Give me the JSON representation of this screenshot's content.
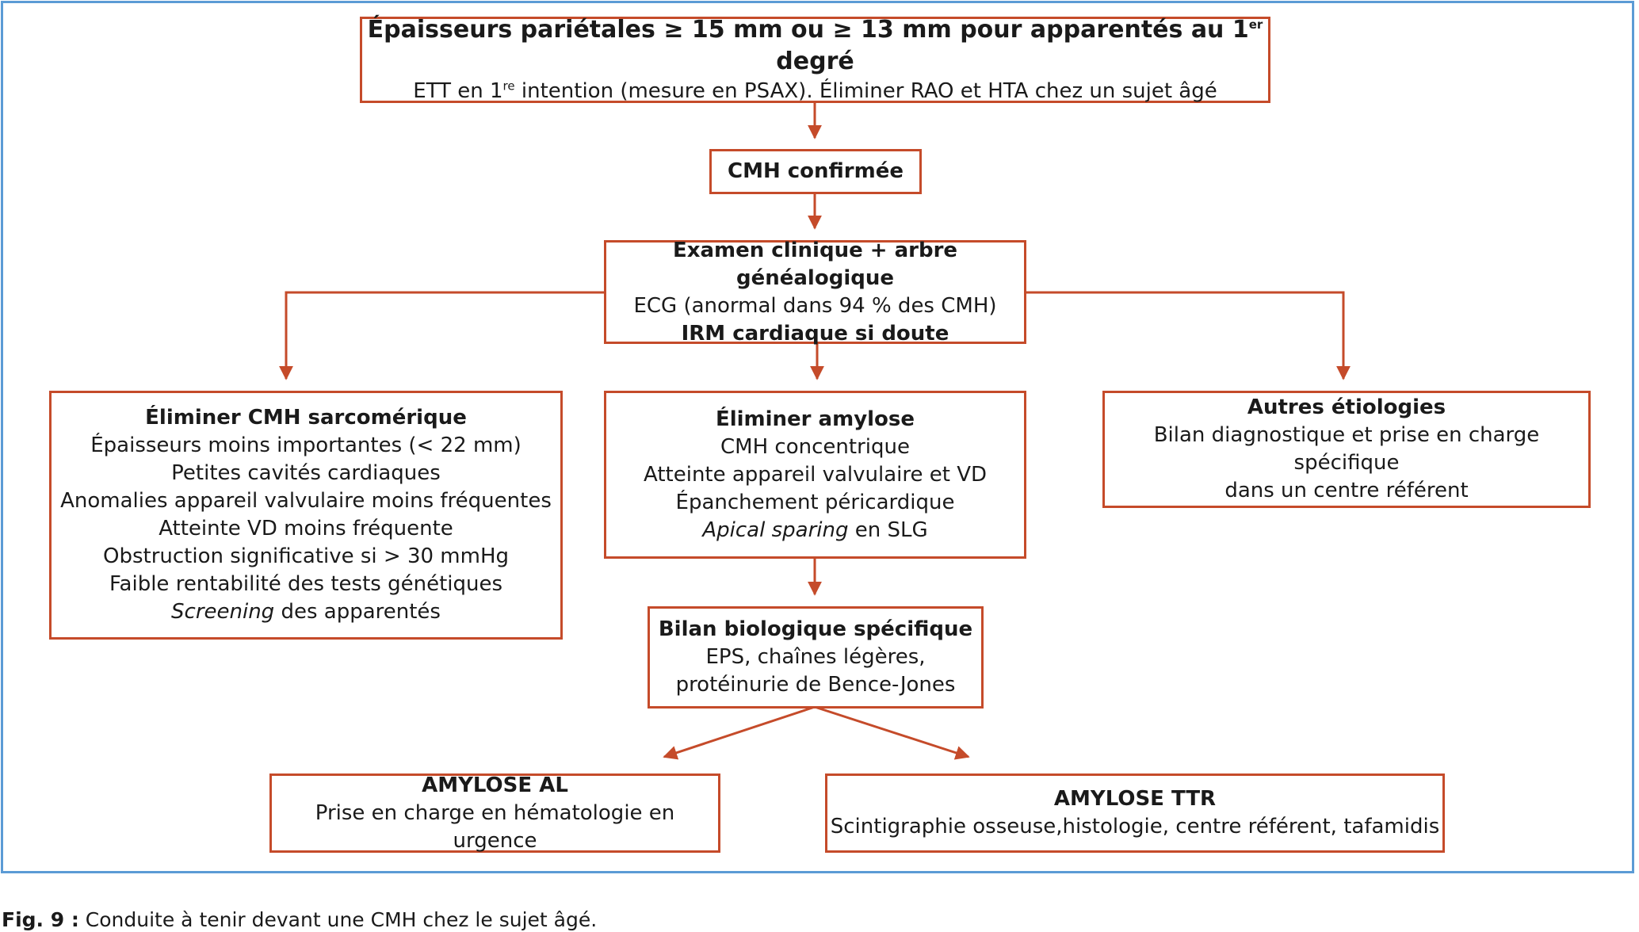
{
  "boxes": {
    "top": {
      "title_main": "Épaisseurs pariétales ≥ 15 mm ou ≥ 13 mm pour apparentés au 1",
      "title_sup": "er",
      "title_end": " degré",
      "line_start": "ETT en 1",
      "line_sup": "re",
      "line_end": " intention (mesure en PSAX). Éliminer RAO et HTA chez un sujet âgé"
    },
    "confirmed": {
      "title": "CMH confirmée"
    },
    "exam": {
      "title": "Examen clinique + arbre généalogique",
      "line1": "ECG (anormal dans 94 % des CMH)",
      "line2": "IRM cardiaque si doute"
    },
    "sarcomeric": {
      "title": "Éliminer CMH sarcomérique",
      "lines": [
        "Épaisseurs moins importantes (< 22 mm)",
        "Petites cavités cardiaques",
        "Anomalies appareil valvulaire moins fréquentes",
        "Atteinte VD moins fréquente",
        "Obstruction significative si > 30 mmHg",
        "Faible rentabilité des tests génétiques"
      ],
      "last_italic": "Screening",
      "last_rest": " des apparentés"
    },
    "amylose": {
      "title": "Éliminer amylose",
      "lines": [
        "CMH concentrique",
        "Atteinte appareil valvulaire et VD",
        "Épanchement péricardique"
      ],
      "last_italic": "Apical sparing",
      "last_rest": " en SLG"
    },
    "autres": {
      "title": "Autres étiologies",
      "line1": "Bilan diagnostique et prise en charge spécifique",
      "line2": "dans un centre référent"
    },
    "bilan": {
      "title": "Bilan biologique spécifique",
      "line1": "EPS, chaînes légères,",
      "line2": "protéinurie de Bence-Jones"
    },
    "al": {
      "title": "AMYLOSE AL",
      "line1": "Prise en charge en hématologie en urgence"
    },
    "ttr": {
      "title": "AMYLOSE TTR",
      "line1": "Scintigraphie osseuse,histologie, centre référent, tafamidis"
    }
  },
  "caption": {
    "label": "Fig. 9 :",
    "text": " Conduite à tenir devant une CMH chez le sujet âgé."
  },
  "colors": {
    "box_border": "#c54b2a",
    "arrow": "#c54b2a",
    "frame_border": "#5b9bd5"
  }
}
